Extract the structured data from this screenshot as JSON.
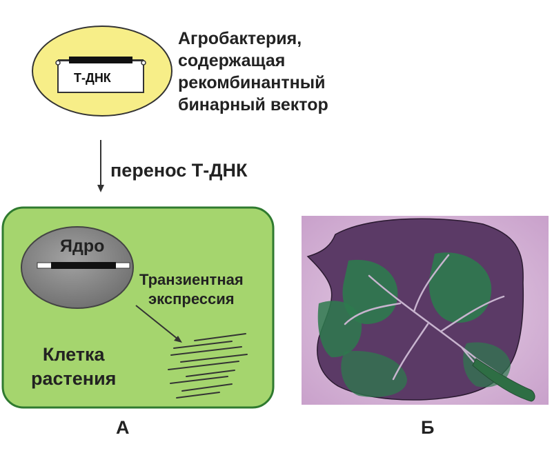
{
  "agrobacterium": {
    "plasmid_label": "Т-ДНК",
    "caption_lines": [
      "Агробактерия,",
      "содержащая",
      "рекомбинантный",
      "бинарный вектор"
    ]
  },
  "transfer": {
    "label": "перенос Т-ДНК"
  },
  "cell": {
    "nucleus_label": "Ядро",
    "expression_lines": [
      "Транзиентная",
      "экспрессия"
    ],
    "cell_lines": [
      "Клетка",
      "растения"
    ]
  },
  "panels": {
    "a": "А",
    "b": "Б"
  },
  "colors": {
    "bacterium_fill": "#f7ee88",
    "cell_fill": "#a5d56e",
    "cell_border": "#2f7a2f",
    "nucleus_fill": "#8e8e8e",
    "leaf_background": "#d9b8dc",
    "leaf_green": "#2e7a4e",
    "leaf_purple": "#5b3a66"
  },
  "icons": [
    "arrow-down-icon",
    "dna-fragment-icon",
    "leaf-photo"
  ]
}
